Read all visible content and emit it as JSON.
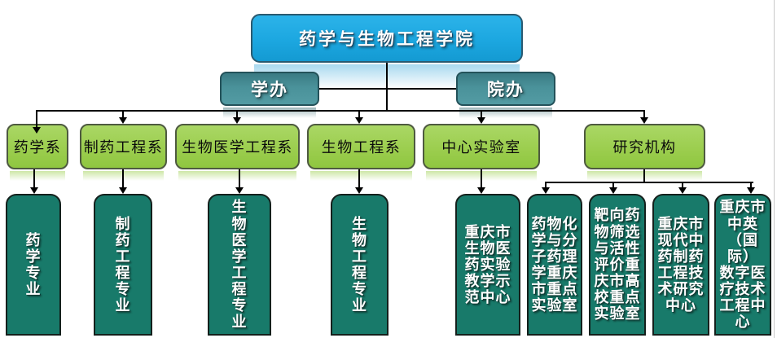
{
  "org": {
    "root": {
      "name": "药学与生物工程学院"
    },
    "offices": [
      {
        "name": "学办"
      },
      {
        "name": "院办"
      }
    ],
    "departments": [
      {
        "name": "药学系"
      },
      {
        "name": "制药工程系"
      },
      {
        "name": "生物医学工程系"
      },
      {
        "name": "生物工程系"
      },
      {
        "name": "中心实验室"
      },
      {
        "name": "研究机构"
      }
    ],
    "units": [
      {
        "name": "药学专业",
        "parent": "药学系",
        "display": "药\n学\n专\n业"
      },
      {
        "name": "制药工程专业",
        "parent": "制药工程系",
        "display": "制\n药\n工\n程\n专\n业"
      },
      {
        "name": "生物医学工程专业",
        "parent": "生物医学工程系",
        "display": "生\n物\n医\n学\n工\n程\n专\n业"
      },
      {
        "name": "生物工程专业",
        "parent": "生物工程系",
        "display": "生\n物\n工\n程\n专\n业"
      },
      {
        "name": "重庆市生物医药实验教学示范中心",
        "parent": "中心实验室",
        "display": "重庆市\n生物医\n药实验\n教学示\n范中心"
      },
      {
        "name": "药物化学与分子药理学重庆市重点实验室",
        "parent": "研究机构",
        "display": "药物化\n学与分\n子药理\n学重庆\n市重点\n实验室"
      },
      {
        "name": "靶向药物筛选与活性评价重庆市高校重点实验室",
        "parent": "研究机构",
        "display": "靶向药\n物筛选\n与活性\n评价重\n庆市高\n校重点\n实验室"
      },
      {
        "name": "重庆市现代中药制药工程技术研究中心",
        "parent": "研究机构",
        "display": "重庆市\n现代中\n药制药\n工程技\n术研究\n中心"
      },
      {
        "name": "重庆市中英（国际）数字医疗技术工程中心",
        "parent": "研究机构",
        "display": "重庆市\n中英\n（国际）\n数字医\n疗技术\n工程中\n心"
      }
    ]
  },
  "colors": {
    "root_box": "#1CA7E0",
    "office_box": "#4A929A",
    "department_box": "#9CCE4F",
    "unit_box": "#187A6A",
    "connector": "#000000"
  }
}
